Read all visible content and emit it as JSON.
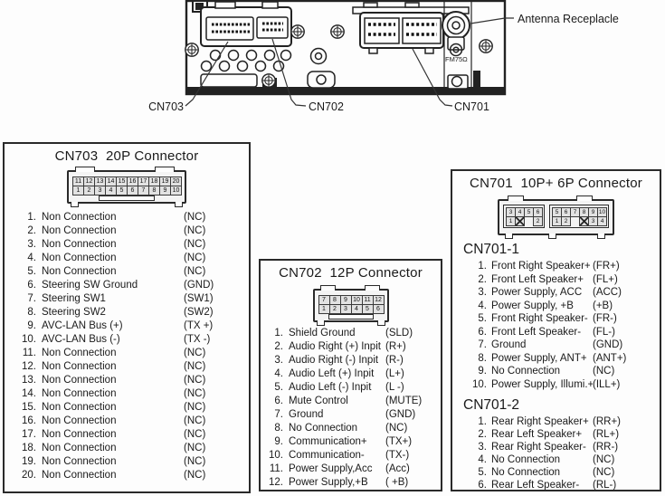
{
  "device_diagram": {
    "labels": {
      "cn703": "CN703",
      "cn702": "CN702",
      "cn701": "CN701",
      "antenna": "Antenna Receplacle",
      "fm": "FM75Ω"
    }
  },
  "cn703": {
    "title": "CN703  20P Connector",
    "graphic": [
      [
        "11",
        "12",
        "13",
        "14",
        "15",
        "16",
        "17",
        "18",
        "19",
        "20"
      ],
      [
        "1",
        "2",
        "3",
        "4",
        "5",
        "6",
        "7",
        "8",
        "9",
        "10"
      ]
    ],
    "pins": [
      {
        "num": "1.",
        "name": "Non Connection",
        "code": "(NC)"
      },
      {
        "num": "2.",
        "name": "Non Connection",
        "code": "(NC)"
      },
      {
        "num": "3.",
        "name": "Non Connection",
        "code": "(NC)"
      },
      {
        "num": "4.",
        "name": "Non Connection",
        "code": "(NC)"
      },
      {
        "num": "5.",
        "name": "Non Connection",
        "code": "(NC)"
      },
      {
        "num": "6.",
        "name": "Steering SW Ground",
        "code": "(GND)"
      },
      {
        "num": "7.",
        "name": "Steering SW1",
        "code": "(SW1)"
      },
      {
        "num": "8.",
        "name": "Steering SW2",
        "code": "(SW2)"
      },
      {
        "num": "9.",
        "name": "AVC-LAN Bus (+)",
        "code": "(TX +)"
      },
      {
        "num": "10.",
        "name": "AVC-LAN Bus (-)",
        "code": "(TX -)"
      },
      {
        "num": "11.",
        "name": "Non Connection",
        "code": "(NC)"
      },
      {
        "num": "12.",
        "name": "Non Connection",
        "code": "(NC)"
      },
      {
        "num": "13.",
        "name": "Non Connection",
        "code": "(NC)"
      },
      {
        "num": "14.",
        "name": "Non Connection",
        "code": "(NC)"
      },
      {
        "num": "15.",
        "name": "Non Connection",
        "code": "(NC)"
      },
      {
        "num": "16.",
        "name": "Non Connection",
        "code": "(NC)"
      },
      {
        "num": "17.",
        "name": "Non Connection",
        "code": "(NC)"
      },
      {
        "num": "18.",
        "name": "Non Connection",
        "code": "(NC)"
      },
      {
        "num": "19.",
        "name": "Non Connection",
        "code": "(NC)"
      },
      {
        "num": "20.",
        "name": "Non Connection",
        "code": "(NC)"
      }
    ]
  },
  "cn702": {
    "title": "CN702  12P Connector",
    "graphic": [
      [
        "7",
        "8",
        "9",
        "10",
        "11",
        "12"
      ],
      [
        "1",
        "2",
        "3",
        "4",
        "5",
        "6"
      ]
    ],
    "pins": [
      {
        "num": "1.",
        "name": "Shield Ground",
        "code": "(SLD)"
      },
      {
        "num": "2.",
        "name": "Audio Right (+) Inpit",
        "code": "(R+)"
      },
      {
        "num": "3.",
        "name": "Audio Right (-) Inpit",
        "code": "(R-)"
      },
      {
        "num": "4.",
        "name": "Audio Left (+) Inpit",
        "code": "(L+)"
      },
      {
        "num": "5.",
        "name": "Audio Left (-) Inpit",
        "code": "(L -)"
      },
      {
        "num": "6.",
        "name": "Mute Control",
        "code": "(MUTE)"
      },
      {
        "num": "7.",
        "name": "Ground",
        "code": "(GND)"
      },
      {
        "num": "8.",
        "name": "No Connection",
        "code": "(NC)"
      },
      {
        "num": "9.",
        "name": "Communication+",
        "code": "(TX+)"
      },
      {
        "num": "10.",
        "name": "Communication-",
        "code": "(TX-)"
      },
      {
        "num": "11.",
        "name": "Power Supply,Acc",
        "code": "(Acc)"
      },
      {
        "num": "12.",
        "name": "Power Supply,+B",
        "code": "( +B)"
      }
    ]
  },
  "cn701": {
    "title": "CN701  10P+ 6P Connector",
    "graphic_6p": [
      [
        "3",
        "4",
        "5",
        "6"
      ],
      [
        "1",
        "X",
        "",
        "2"
      ]
    ],
    "graphic_10p": [
      [
        "5",
        "6",
        "7",
        "8",
        "9",
        "10"
      ],
      [
        "1",
        "2",
        "",
        "X",
        "3",
        "4"
      ]
    ],
    "sections": [
      {
        "label": "CN701-1",
        "pins": [
          {
            "num": "1.",
            "name": "Front Right Speaker+",
            "code": "(FR+)"
          },
          {
            "num": "2.",
            "name": "Front Left Speaker+",
            "code": "(FL+)"
          },
          {
            "num": "3.",
            "name": "Power Supply, ACC",
            "code": "(ACC)"
          },
          {
            "num": "4.",
            "name": "Power Supply, +B",
            "code": "(+B)"
          },
          {
            "num": "5.",
            "name": "Front Right Speaker-",
            "code": "(FR-)"
          },
          {
            "num": "6.",
            "name": "Front Left Speaker-",
            "code": "(FL-)"
          },
          {
            "num": "7.",
            "name": "Ground",
            "code": "(GND)"
          },
          {
            "num": "8.",
            "name": "Power Supply, ANT+",
            "code": "(ANT+)"
          },
          {
            "num": "9.",
            "name": "No Connection",
            "code": "(NC)"
          },
          {
            "num": "10.",
            "name": "Power Supply, Illumi.+",
            "code": "(ILL+)"
          }
        ]
      },
      {
        "label": "CN701-2",
        "pins": [
          {
            "num": "1.",
            "name": "Rear Right Speaker+",
            "code": "(RR+)"
          },
          {
            "num": "2.",
            "name": "Rear Left Speaker+",
            "code": "(RL+)"
          },
          {
            "num": "3.",
            "name": "Rear Right Speaker-",
            "code": "(RR-)"
          },
          {
            "num": "4.",
            "name": "No Connection",
            "code": "(NC)"
          },
          {
            "num": "5.",
            "name": "No Connection",
            "code": "(NC)"
          },
          {
            "num": "6.",
            "name": "Rear Left Speaker-",
            "code": "(RL-)"
          }
        ]
      }
    ]
  }
}
